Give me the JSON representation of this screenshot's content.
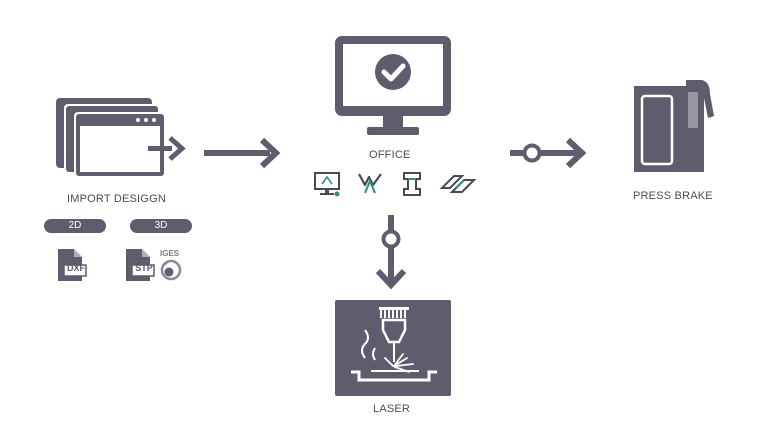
{
  "import": {
    "label": "IMPORT DESIGGN",
    "pill_2d": "2D",
    "pill_3d": "3D",
    "dxf_label": "DXF",
    "stp_label": "STP",
    "iges_label": "IGES"
  },
  "office": {
    "label": "OFFICE"
  },
  "press_brake": {
    "label": "PRESS BRAKE"
  },
  "laser": {
    "label": "LASER"
  },
  "colors": {
    "icon": "#5f5d6d",
    "accent": "#2f8f7a",
    "background": "#ffffff"
  }
}
